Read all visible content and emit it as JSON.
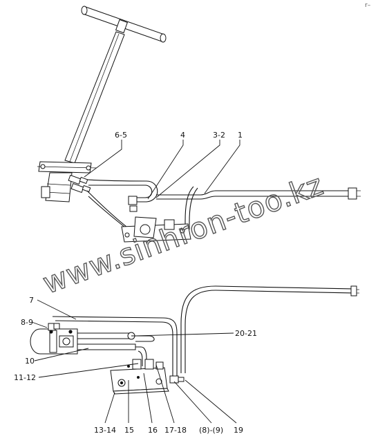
{
  "corner_mark": "r–",
  "watermark": "www.sinhron-too.kz",
  "upper_callouts": [
    {
      "id": "c-6-5",
      "text": "6-5"
    },
    {
      "id": "c-4",
      "text": "4"
    },
    {
      "id": "c-3-2",
      "text": "3-2"
    },
    {
      "id": "c-1",
      "text": "1"
    }
  ],
  "lower_callouts": [
    {
      "id": "c-7",
      "text": "7"
    },
    {
      "id": "c-8-9",
      "text": "8-9"
    },
    {
      "id": "c-20-21",
      "text": "20-21"
    },
    {
      "id": "c-10",
      "text": "10"
    },
    {
      "id": "c-11-12",
      "text": "11-12"
    },
    {
      "id": "c-13-14",
      "text": "13-14"
    },
    {
      "id": "c-15",
      "text": "15"
    },
    {
      "id": "c-16",
      "text": "16"
    },
    {
      "id": "c-17-18",
      "text": "17-18"
    },
    {
      "id": "c-8-9b",
      "text": "(8)-(9)"
    },
    {
      "id": "c-19",
      "text": "19"
    }
  ]
}
